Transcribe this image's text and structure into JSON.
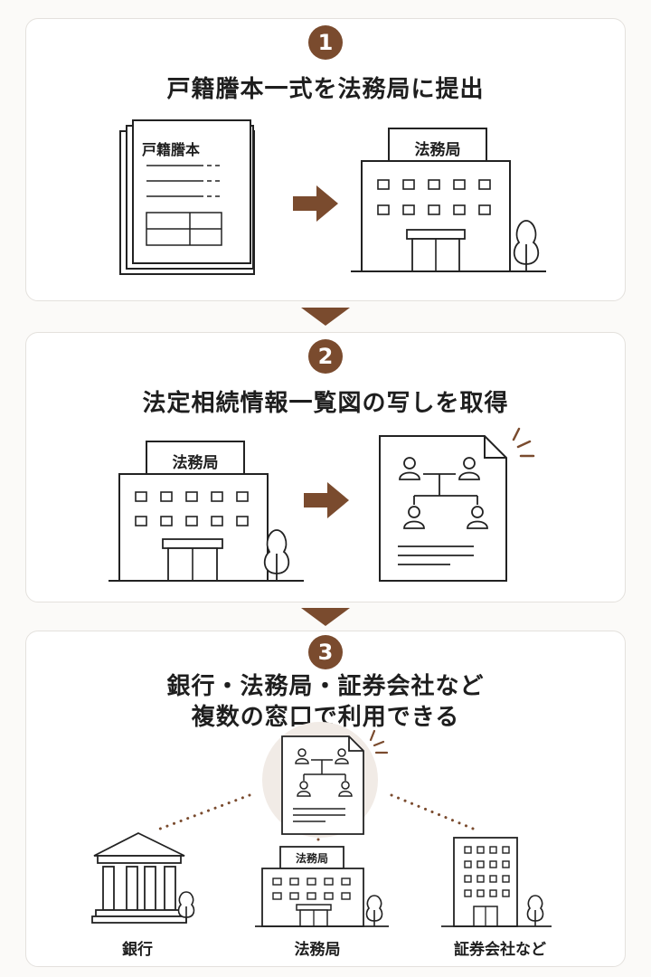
{
  "steps": [
    {
      "number": "1",
      "title": "戸籍謄本一式を法務局に提出"
    },
    {
      "number": "2",
      "title": "法定相続情報一覧図の写しを取得"
    },
    {
      "number": "3",
      "title_line1": "銀行・法務局・証券会社など",
      "title_line2": "複数の窓口で利用できる"
    }
  ],
  "document_label": "戸籍謄本",
  "building_label": "法務局",
  "destinations": [
    "銀行",
    "法務局",
    "証券会社など"
  ],
  "colors": {
    "accent": "#7a4b2e",
    "line": "#222222",
    "card_border": "#e4e1dd"
  },
  "icons": [
    "document-stack-icon",
    "arrow-right-icon",
    "building-icon",
    "tree-icon",
    "family-tree-document-icon",
    "bank-icon",
    "office-tower-icon"
  ]
}
